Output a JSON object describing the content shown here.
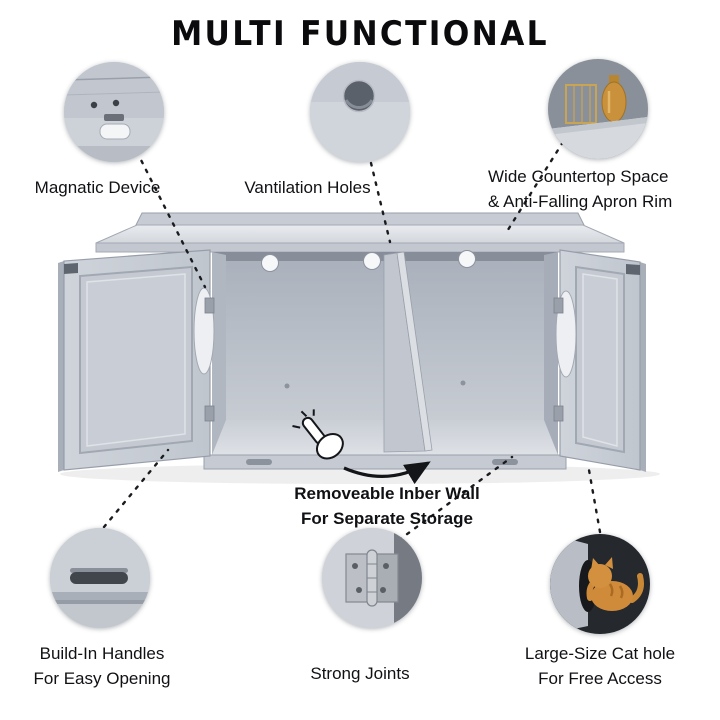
{
  "title": "MULTI FUNCTIONAL",
  "callouts": {
    "magnetic": {
      "label": "Magnatic Device"
    },
    "ventilation": {
      "label": "Vantilation Holes"
    },
    "countertop": {
      "line1": "Wide Countertop Space",
      "line2": "& Anti-Falling Apron Rim"
    },
    "handles": {
      "line1": "Build-In Handles",
      "line2": "For Easy Opening"
    },
    "joints": {
      "label": "Strong Joints"
    },
    "cat_hole": {
      "line1": "Large-Size Cat hole",
      "line2": "For Free Access"
    }
  },
  "center_note": {
    "line1": "Removeable Inber Wall",
    "line2": "For Separate Storage"
  },
  "icons": {
    "hand_pointer": "pointing-hand",
    "curved_arrow": "curved-arrow",
    "bubbles": [
      "magnetic-catch-photo",
      "vent-hole-photo",
      "countertop-decor-photo",
      "recessed-handle-photo",
      "metal-hinge-photo",
      "cat-entering-hole-photo"
    ]
  },
  "colors": {
    "background": "#ffffff",
    "text": "#111111",
    "cabinet_grey": "#c8cdd5",
    "cabinet_light": "#dfe2e7",
    "cabinet_dark": "#9aa1ac",
    "cat_orange": "#cf8a3a",
    "annotation_black": "#17181c"
  }
}
